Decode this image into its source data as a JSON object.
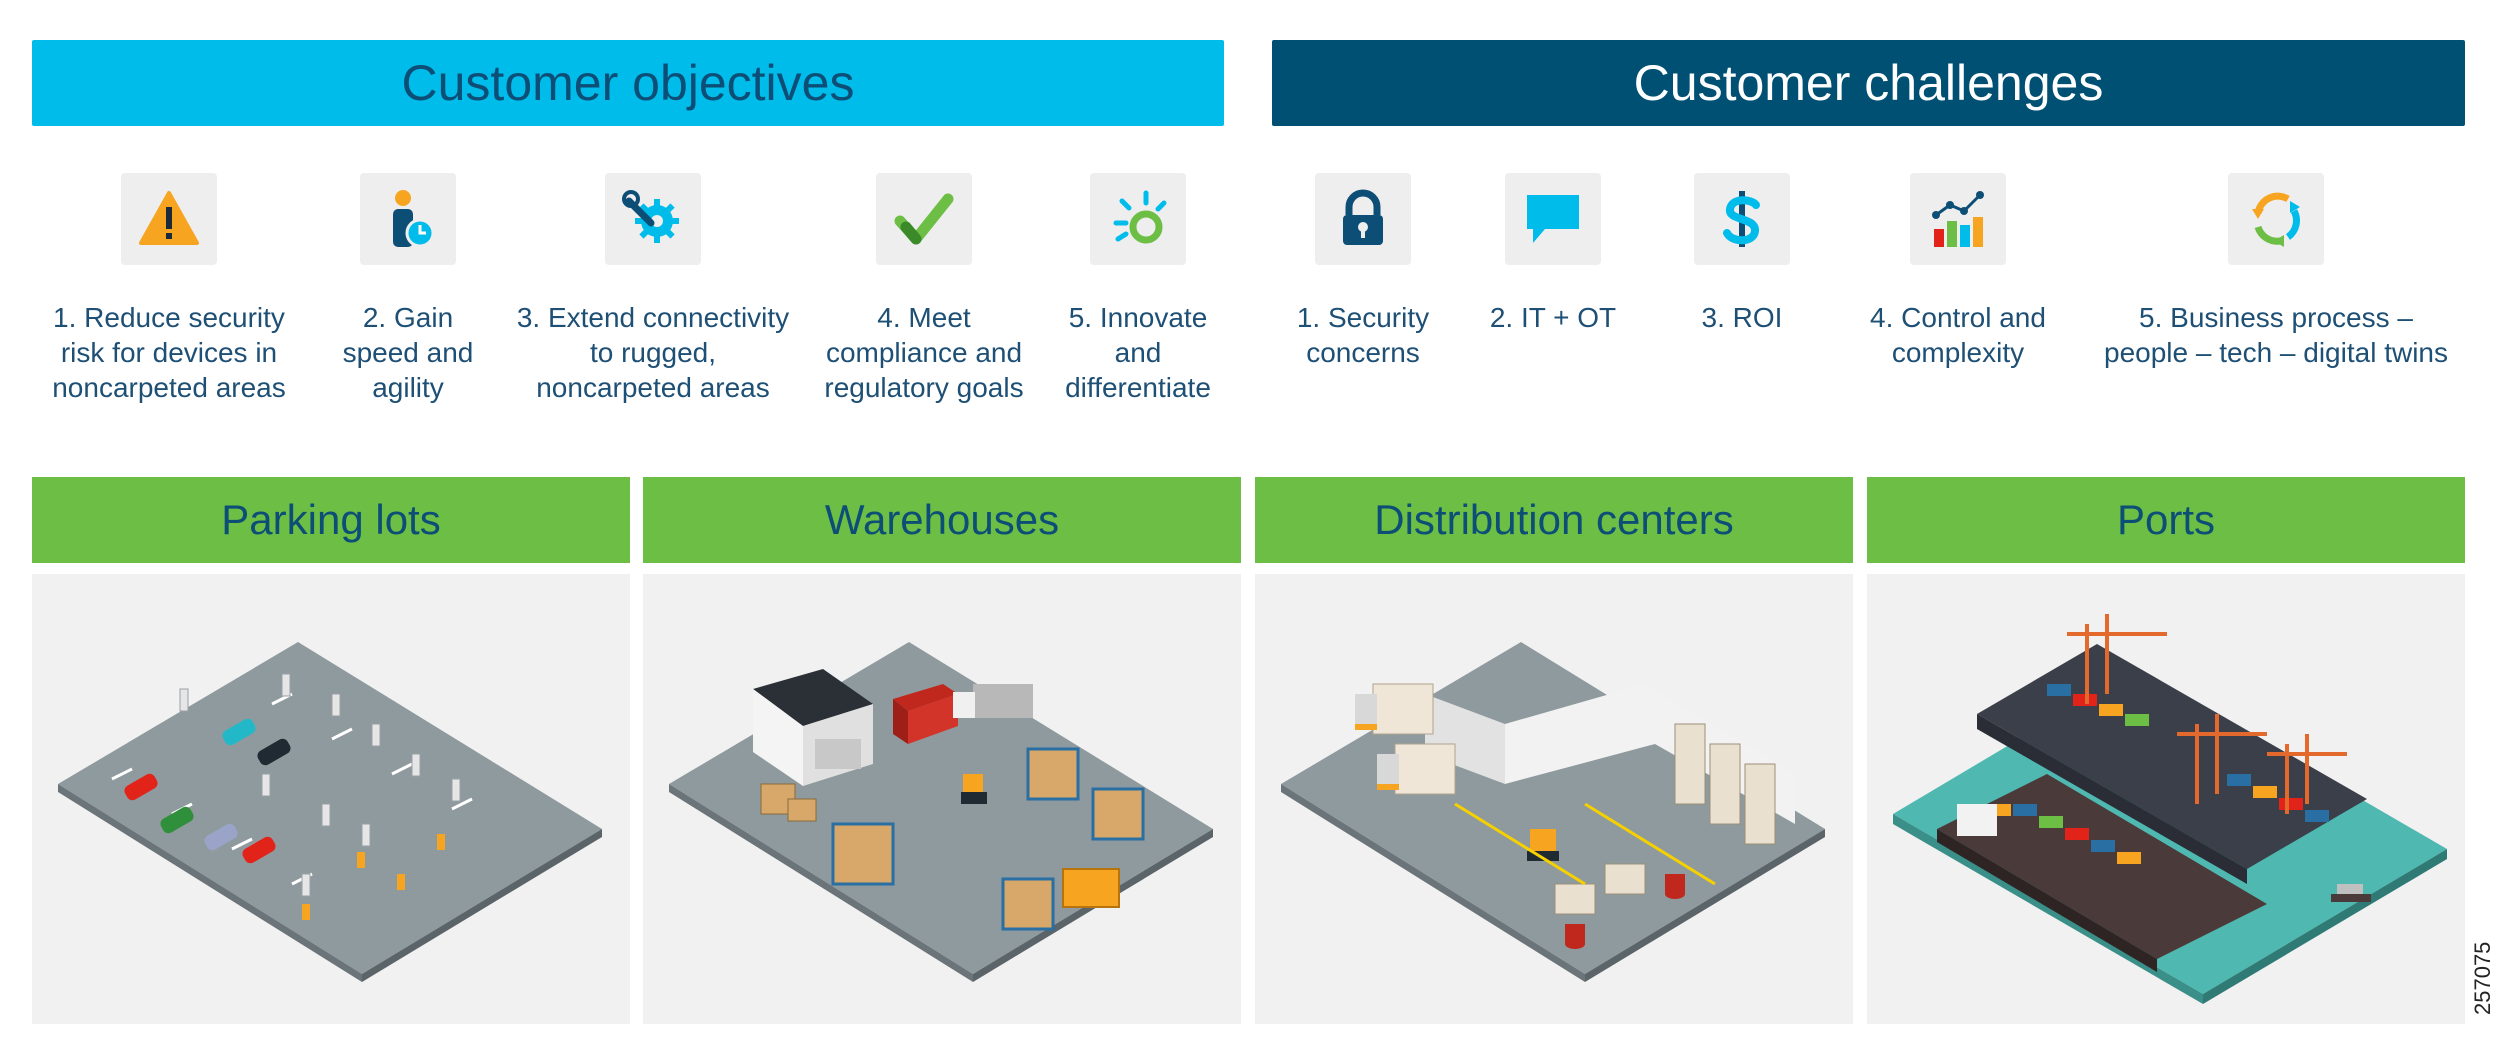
{
  "objectives": {
    "title": "Customer objectives",
    "items": [
      {
        "label": "1. Reduce security\nrisk for devices in\nnoncarpeted areas",
        "icon": "warning-icon"
      },
      {
        "label": "2. Gain\nspeed and\nagility",
        "icon": "person-clock-icon"
      },
      {
        "label": "3. Extend connectivity\nto rugged,\nnoncarpeted areas",
        "icon": "wrench-gear-icon"
      },
      {
        "label": "4. Meet\ncompliance and\nregulatory goals",
        "icon": "checkmark-icon"
      },
      {
        "label": "5. Innovate\nand\ndifferentiate",
        "icon": "sparkle-ring-icon"
      }
    ]
  },
  "challenges": {
    "title": "Customer challenges",
    "items": [
      {
        "label": "1. Security\nconcerns",
        "icon": "lock-icon"
      },
      {
        "label": "2. IT + OT",
        "icon": "chat-bubble-icon"
      },
      {
        "label": "3. ROI",
        "icon": "dollar-icon"
      },
      {
        "label": "4. Control and\ncomplexity",
        "icon": "bar-chart-icon"
      },
      {
        "label": "5. Business process –\npeople – tech – digital twins",
        "icon": "cycle-arrows-icon"
      }
    ]
  },
  "sections": [
    {
      "title": "Parking lots"
    },
    {
      "title": "Warehouses"
    },
    {
      "title": "Distribution centers"
    },
    {
      "title": "Ports"
    }
  ],
  "figure_id": "257075",
  "colors": {
    "objectives_banner": "#00bceb",
    "challenges_banner": "#005073",
    "section_header": "#6cbe45",
    "label_text": "#1e4f75"
  }
}
